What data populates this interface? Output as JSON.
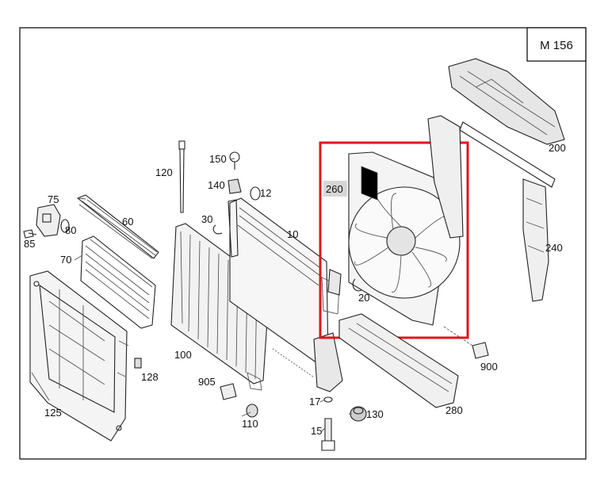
{
  "diagram_code": "M 156",
  "labels": {
    "p10": "10",
    "p12": "12",
    "p15": "15",
    "p17": "17",
    "p20": "20",
    "p30": "30",
    "p60": "60",
    "p70": "70",
    "p75": "75",
    "p80": "80",
    "p85": "85",
    "p100": "100",
    "p110": "110",
    "p120": "120",
    "p125": "125",
    "p128": "128",
    "p130": "130",
    "p140": "140",
    "p150": "150",
    "p200": "200",
    "p240": "240",
    "p260": "260",
    "p280": "280",
    "p900": "900",
    "p905": "905"
  },
  "colors": {
    "highlight_box": "#e0141e",
    "frame": "#000000",
    "label_bg_260": "#d6d6d6"
  }
}
